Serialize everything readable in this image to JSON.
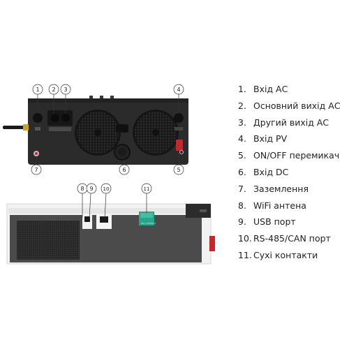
{
  "legend": {
    "items": [
      {
        "num": "1.",
        "label": "Вхід АС"
      },
      {
        "num": "2.",
        "label": "Основний вихід АС"
      },
      {
        "num": "3.",
        "label": "Другий вихід АС"
      },
      {
        "num": "4.",
        "label": "Вхід PV"
      },
      {
        "num": "5.",
        "label": "ON/OFF перемикач"
      },
      {
        "num": "6.",
        "label": "Вхід DC"
      },
      {
        "num": "7.",
        "label": "Заземлення"
      },
      {
        "num": "8.",
        "label": "WiFi антена"
      },
      {
        "num": "9.",
        "label": "USB порт"
      },
      {
        "num": "10.",
        "label": "RS-485/CAN порт"
      },
      {
        "num": "11.",
        "label": "Сухі контакти"
      }
    ]
  },
  "callouts": [
    "1",
    "2",
    "3",
    "4",
    "5",
    "6",
    "7",
    "8",
    "9",
    "10",
    "11"
  ],
  "colors": {
    "device_body": "#2b2b2b",
    "device_panel": "#1e1e1e",
    "side_case": "#f2f2f2",
    "terminal_block": "#2aa58c"
  }
}
